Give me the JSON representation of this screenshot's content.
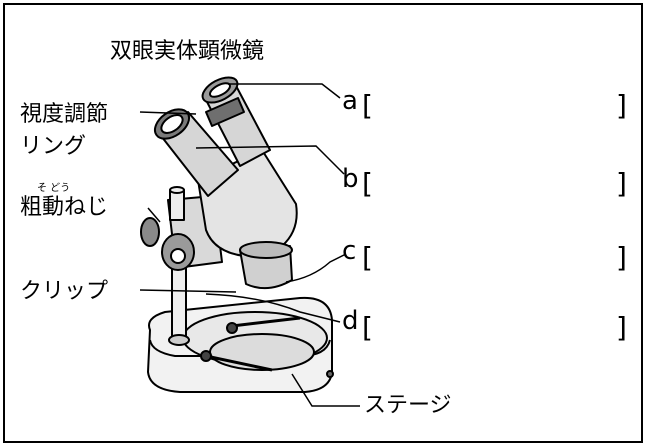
{
  "title": "双眼実体顕微鏡",
  "labels": {
    "diopter_line1": "視度調節",
    "diopter_line2": "リング",
    "coarse_ruby": "そ どう",
    "coarse": "粗動ねじ",
    "clip": "クリップ",
    "stage": "ステージ"
  },
  "answers": [
    {
      "letter": "a",
      "open": "[",
      "close": "]"
    },
    {
      "letter": "b",
      "open": "[",
      "close": "]"
    },
    {
      "letter": "c",
      "open": "[",
      "close": "]"
    },
    {
      "letter": "d",
      "open": "[",
      "close": "]"
    }
  ]
}
